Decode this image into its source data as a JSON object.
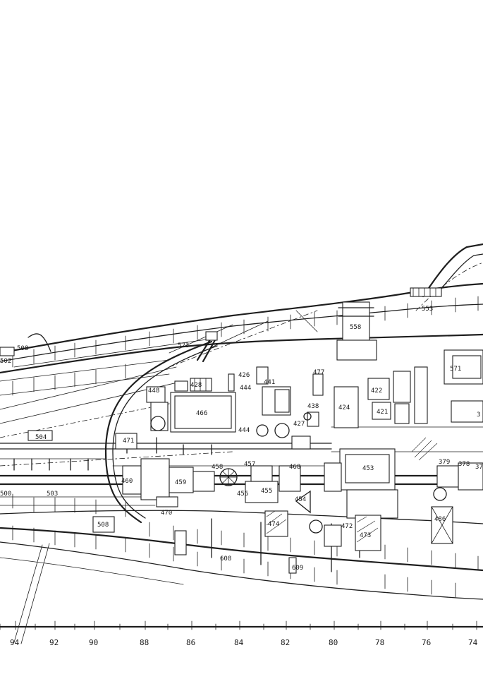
{
  "drawing": {
    "component_labels": [
      "508",
      "502",
      "523",
      "426",
      "428",
      "441",
      "444",
      "448",
      "466",
      "477",
      "558",
      "553",
      "422",
      "421",
      "424",
      "438",
      "427",
      "444",
      "471",
      "504",
      "460",
      "458",
      "457",
      "468",
      "459",
      "456",
      "455",
      "454",
      "453",
      "379",
      "378",
      "37",
      "500",
      "503",
      "470",
      "508",
      "474",
      "472",
      "473",
      "486",
      "608",
      "609",
      "571",
      "3"
    ],
    "frame_numbers": [
      "94",
      "92",
      "90",
      "88",
      "86",
      "84",
      "82",
      "80",
      "78",
      "76",
      "74"
    ]
  }
}
